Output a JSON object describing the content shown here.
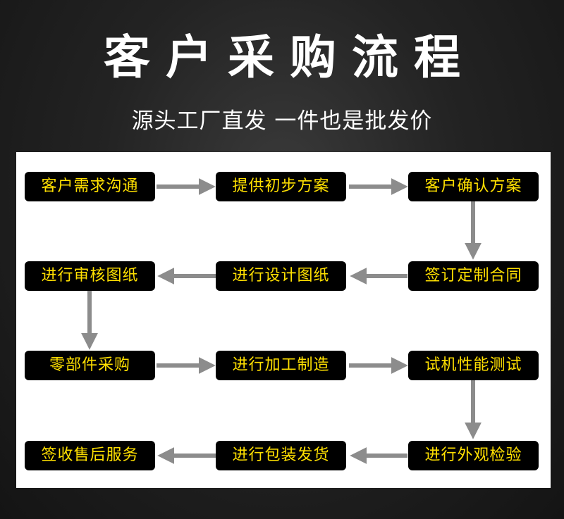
{
  "header": {
    "title": "客户采购流程",
    "subtitle": "源头工厂直发 一件也是批发价"
  },
  "colors": {
    "background": "#1e1e1e",
    "panel": "#ffffff",
    "node_fill": "#000000",
    "node_text": "#ffe000",
    "arrow": "#8c8c8c"
  },
  "flow": {
    "steps": [
      "客户需求沟通",
      "提供初步方案",
      "客户确认方案",
      "签订定制合同",
      "进行设计图纸",
      "进行审核图纸",
      "零部件采购",
      "进行加工制造",
      "试机性能测试",
      "进行外观检验",
      "进行包装发货",
      "签收售后服务"
    ]
  }
}
